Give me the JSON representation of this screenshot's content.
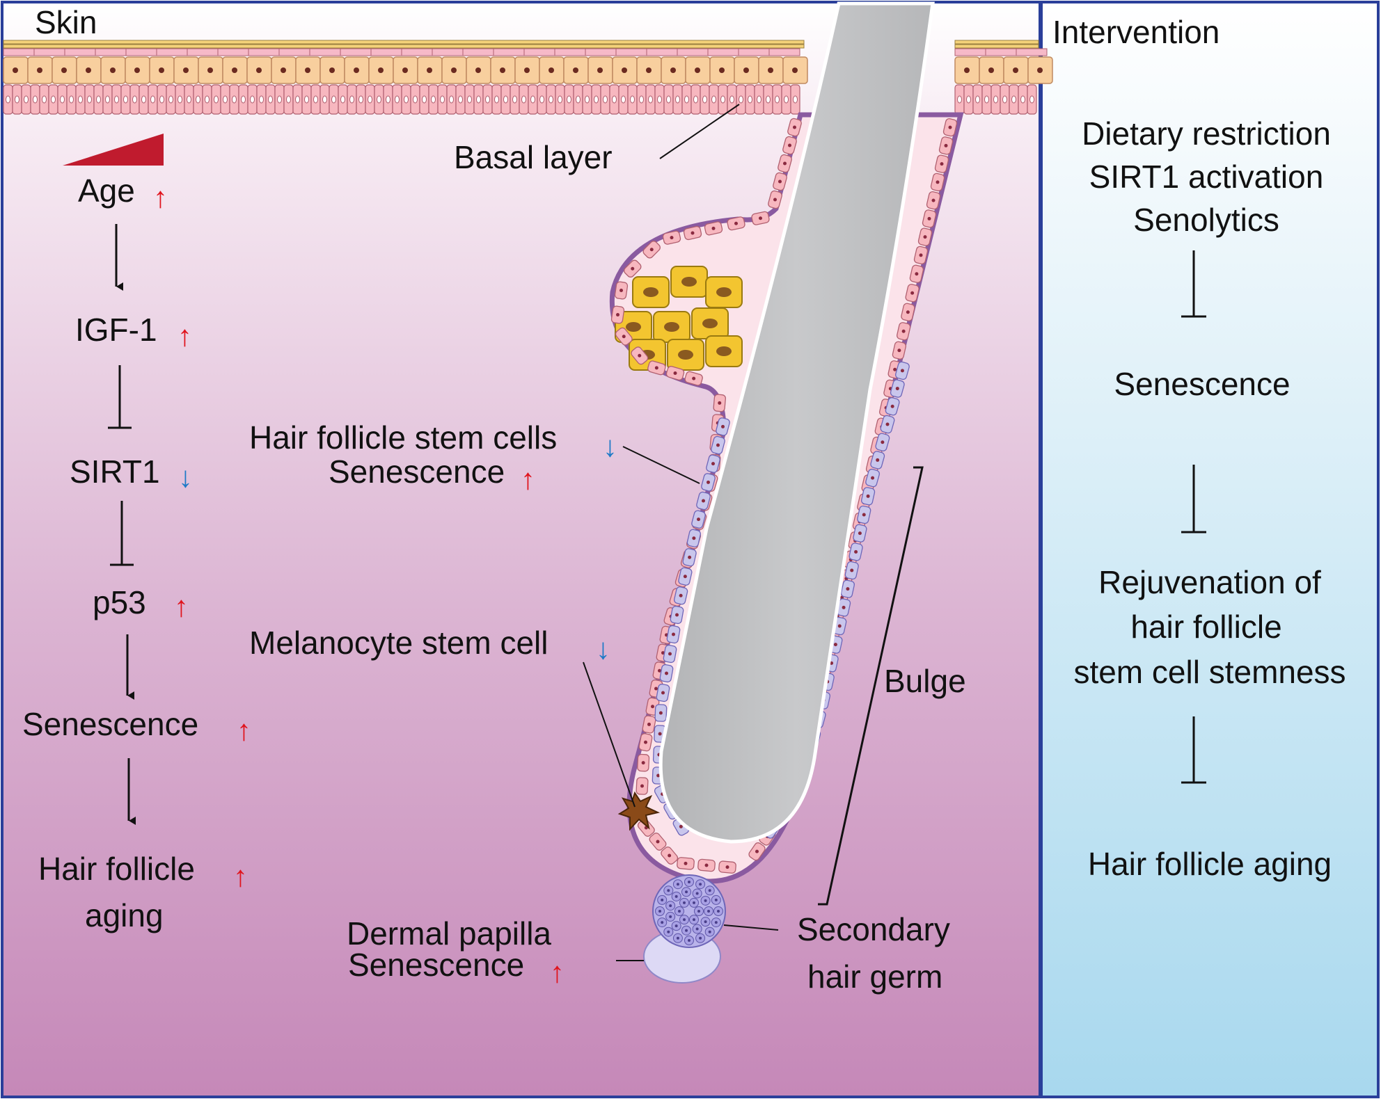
{
  "colors": {
    "panel_border": "#2a3f9a",
    "dermis_top": "#ffffff",
    "dermis_bottom": "#c588b8",
    "intervention_top": "#ffffff",
    "intervention_bottom": "#a8d8ee",
    "up_arrow": "#e0141d",
    "down_arrow": "#1f7ac7",
    "age_wedge": "#c01b2e",
    "hair_shaft": "#c3c4c6",
    "epidermal_cell": "#f7b7bf",
    "suprabasal_cell": "#f8cf9e",
    "sebocyte": "#f3c530",
    "stem_cell": "#c9c6ec",
    "melanocyte": "#8a4a18",
    "follicle_outline": "#8a5aa0"
  },
  "skin_panel": {
    "title": "Skin",
    "labels": {
      "basal_layer": "Basal layer",
      "hfsc_line1": "Hair follicle stem cells",
      "hfsc_line2": "Senescence",
      "melanocyte": "Melanocyte stem cell",
      "bulge": "Bulge",
      "dermal_papilla_line1": "Dermal papilla",
      "dermal_papilla_line2": "Senescence",
      "secondary_germ_line1": "Secondary",
      "secondary_germ_line2": "hair germ"
    }
  },
  "pathway": {
    "age": "Age",
    "igf1": "IGF-1",
    "sirt1": "SIRT1",
    "p53": "p53",
    "senescence": "Senescence",
    "aging_line1": "Hair follicle",
    "aging_line2": "aging",
    "edges": [
      {
        "from": "Age",
        "to": "IGF-1",
        "type": "activates"
      },
      {
        "from": "IGF-1",
        "to": "SIRT1",
        "type": "inhibits"
      },
      {
        "from": "SIRT1",
        "to": "p53",
        "type": "inhibits"
      },
      {
        "from": "p53",
        "to": "Senescence",
        "type": "activates"
      },
      {
        "from": "Senescence",
        "to": "Hair follicle aging",
        "type": "activates"
      }
    ]
  },
  "intervention": {
    "title": "Intervention",
    "line1": "Dietary restriction",
    "line2": "SIRT1 activation",
    "line3": "Senolytics",
    "senescence": "Senescence",
    "rejuv1": "Rejuvenation of",
    "rejuv2": "hair follicle",
    "rejuv3": "stem cell stemness",
    "aging": "Hair follicle aging"
  }
}
